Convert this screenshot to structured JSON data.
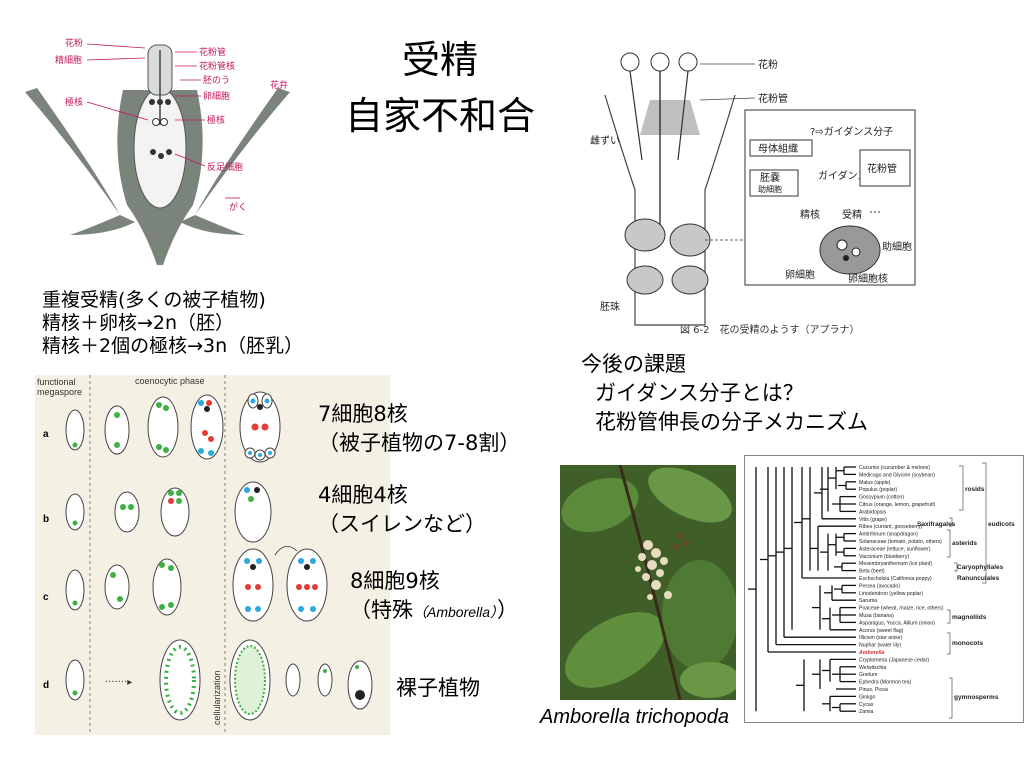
{
  "slide": {
    "title_line1": "受精",
    "title_line2": "自家不和合"
  },
  "flower_diagram": {
    "labels": [
      "花粉",
      "精細胞",
      "極核",
      "花粉管",
      "花粉管核",
      "胚のう",
      "卵細胞",
      "極核",
      "反足細胞",
      "花弁",
      "がく"
    ]
  },
  "double_fertilization": {
    "line1": "重複受精(多くの被子植物)",
    "line2": "精核＋卵核→2n（胚）",
    "line3": "精核＋2個の極核→3n（胚乳）"
  },
  "fertilization_diagram": {
    "label_pollen": "花粉",
    "label_pollen_tube": "花粉管",
    "label_pistil": "雌ずい",
    "label_ovule": "胚珠",
    "guidance_top": "?⇨ガイダンス分子",
    "mother_tissue": "母体組織",
    "embryo_sac": "胚嚢",
    "synergid_small": "助細胞",
    "guidance_mid": "ガイダンス分子",
    "pollen_tube_box": "花粉管",
    "sperm_nucleus": "精核",
    "fertilization": "受精",
    "synergid": "助細胞",
    "egg_cell": "卵細胞",
    "egg_nucleus": "卵細胞核",
    "caption": "図 6-2　花の受精のようす（アプラナ）"
  },
  "future_issues": {
    "heading": "今後の課題",
    "item1": "ガイダンス分子とは？",
    "item2": "花粉管伸長の分子メカニズム"
  },
  "embryo_sac_types": {
    "col_functional": "functional",
    "col_megaspore": "megaspore",
    "col_phase": "coenocytic phase",
    "cellularization": "cellularization",
    "rows": [
      "a",
      "b",
      "c",
      "d"
    ],
    "type_a_line1": "7細胞8核",
    "type_a_line2": "（被子植物の7-8割）",
    "type_b_line1": "4細胞4核",
    "type_b_line2": "（スイレンなど）",
    "type_c_line1": "8細胞9核",
    "type_c_line2_prefix": "（特殊",
    "type_c_line2_italic": "（Amborella）",
    "type_c_line2_suffix": "）",
    "type_d": "裸子植物"
  },
  "photo": {
    "caption": "Amborella trichopoda"
  },
  "phylo_tree": {
    "taxa": [
      "Cucumis (cucumber & melons)",
      "Medicago and Glycine (soybean)",
      "Malus (apple)",
      "Populus (poplar)",
      "Gossypium (cotton)",
      "Citrus (orange, lemon, grapefruit)",
      "Arabidopsis",
      "Vitis (grape)",
      "Ribes (currant, gooseberry)",
      "Antirrhinum (snapdragon)",
      "Solanaceae (tomato, potato, others)",
      "Asteraceae (lettuce, sunflower)",
      "Vaccinium (blueberry)",
      "Mesembryanthemum (ice plant)",
      "Beta (beet)",
      "Eschscholzia (California poppy)",
      "Persea (avocado)",
      "Liriodendron (yellow poplar)",
      "Saruma",
      "Poaceae (wheat, maize, rice, others)",
      "Musa (banana)",
      "Asparagus, Yucca, Allium (onion)",
      "Acorus (sweet flag)",
      "Illicium (star anise)",
      "Nuphar (water lily)",
      "Amborella",
      "Cryptomeria (Japanese cedar)",
      "Welwitschia",
      "Gnetum",
      "Ephedra (Mormon tea)",
      "Pinus, Picea",
      "Ginkgo",
      "Cycas",
      "Zamia"
    ],
    "groups": {
      "rosids": "rosids",
      "eudicots": "eudicots",
      "saxifragales": "Saxifragales",
      "asterids": "asterids",
      "caryophyllales": "Caryophyllales",
      "ranunculales": "Ranunculales",
      "magnoliids": "magnoliids",
      "monocots": "monocots",
      "gymnosperms": "gymnosperms"
    },
    "highlight_color": "#d32f2f"
  },
  "colors": {
    "tissue": "#6f7a6f",
    "green_nucleus": "#3cb043",
    "red_nucleus": "#e53935",
    "blue_nucleus": "#29a9e1",
    "leaf": "#4f7a34"
  }
}
